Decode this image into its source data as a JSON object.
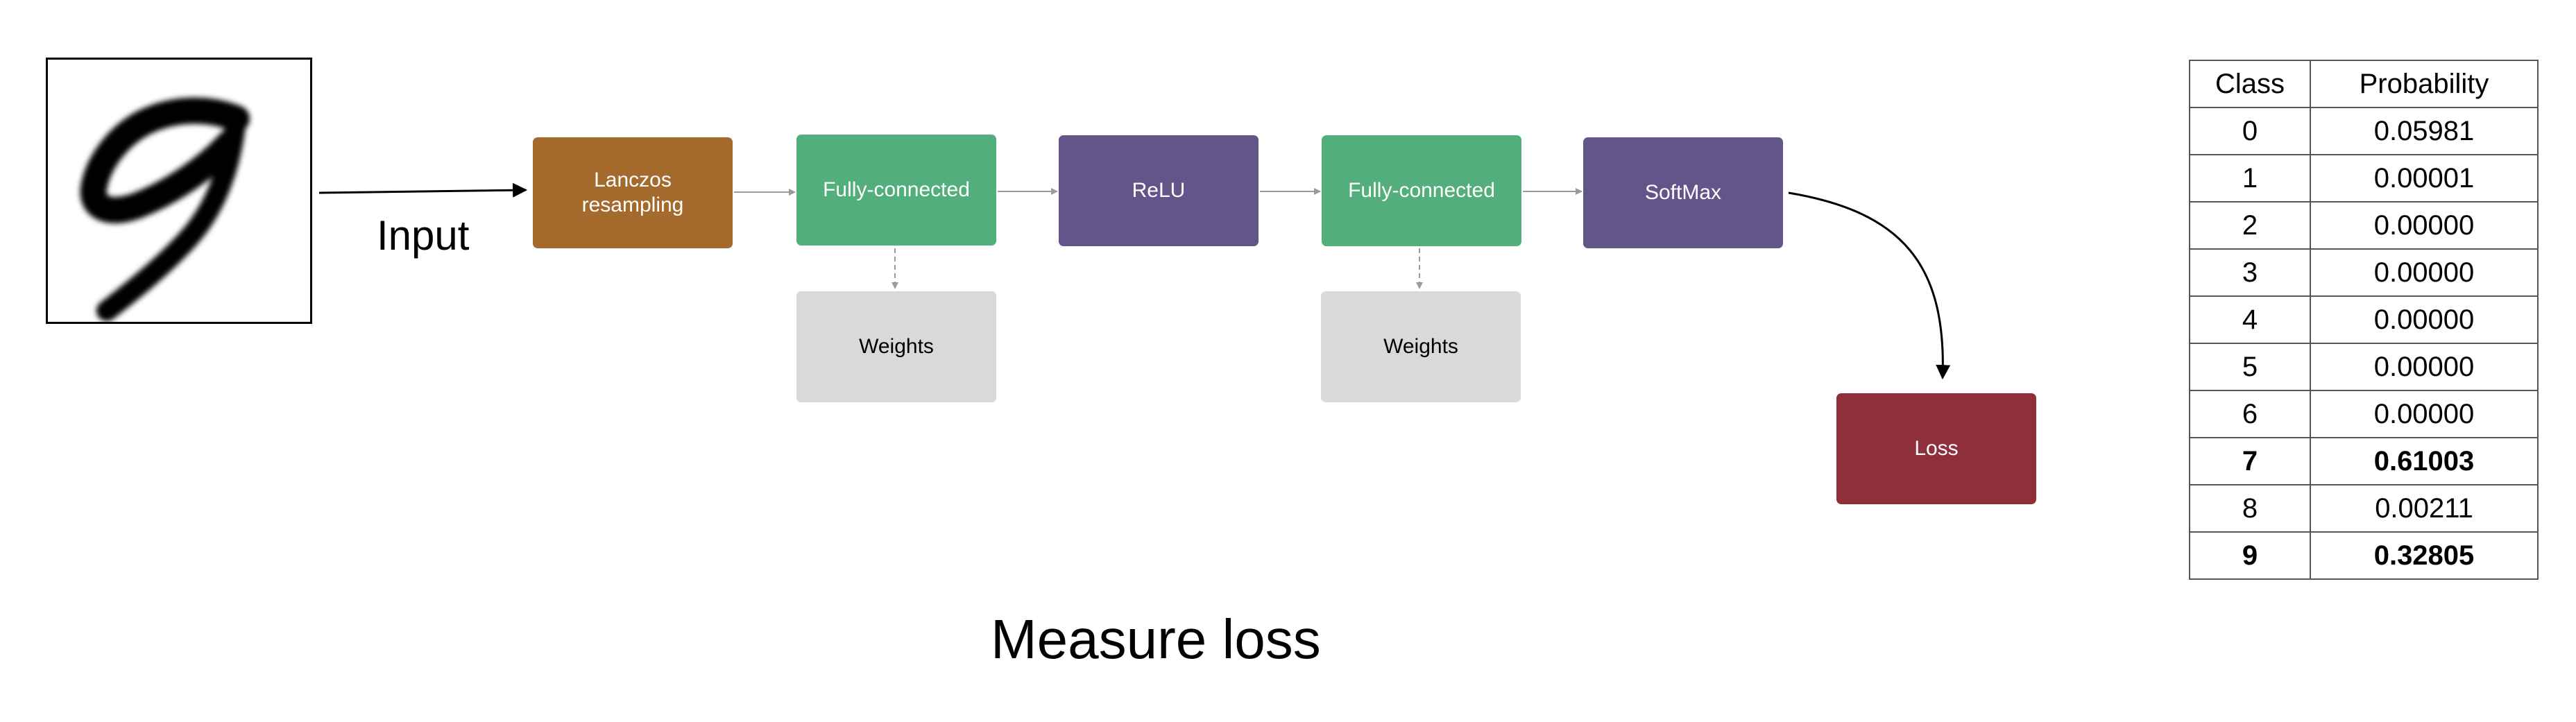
{
  "input": {
    "label": "Input"
  },
  "pipeline": {
    "lanczos": "Lanczos resampling",
    "fc1": "Fully-connected",
    "relu": "ReLU",
    "fc2": "Fully-connected",
    "softmax": "SoftMax",
    "weights1": "Weights",
    "weights2": "Weights",
    "loss": "Loss"
  },
  "colors": {
    "lanczos": "#a46a2c",
    "fully_connected": "#52ae7a",
    "relu_softmax": "#63548a",
    "weights": "#d9d9d9",
    "loss": "#8f2f3b"
  },
  "table": {
    "headers": {
      "class": "Class",
      "probability": "Probability"
    },
    "rows": [
      {
        "class": "0",
        "probability": "0.05981",
        "bold": false
      },
      {
        "class": "1",
        "probability": "0.00001",
        "bold": false
      },
      {
        "class": "2",
        "probability": "0.00000",
        "bold": false
      },
      {
        "class": "3",
        "probability": "0.00000",
        "bold": false
      },
      {
        "class": "4",
        "probability": "0.00000",
        "bold": false
      },
      {
        "class": "5",
        "probability": "0.00000",
        "bold": false
      },
      {
        "class": "6",
        "probability": "0.00000",
        "bold": false
      },
      {
        "class": "7",
        "probability": "0.61003",
        "bold": true
      },
      {
        "class": "8",
        "probability": "0.00211",
        "bold": false
      },
      {
        "class": "9",
        "probability": "0.32805",
        "bold": true
      }
    ]
  },
  "caption": "Measure loss"
}
